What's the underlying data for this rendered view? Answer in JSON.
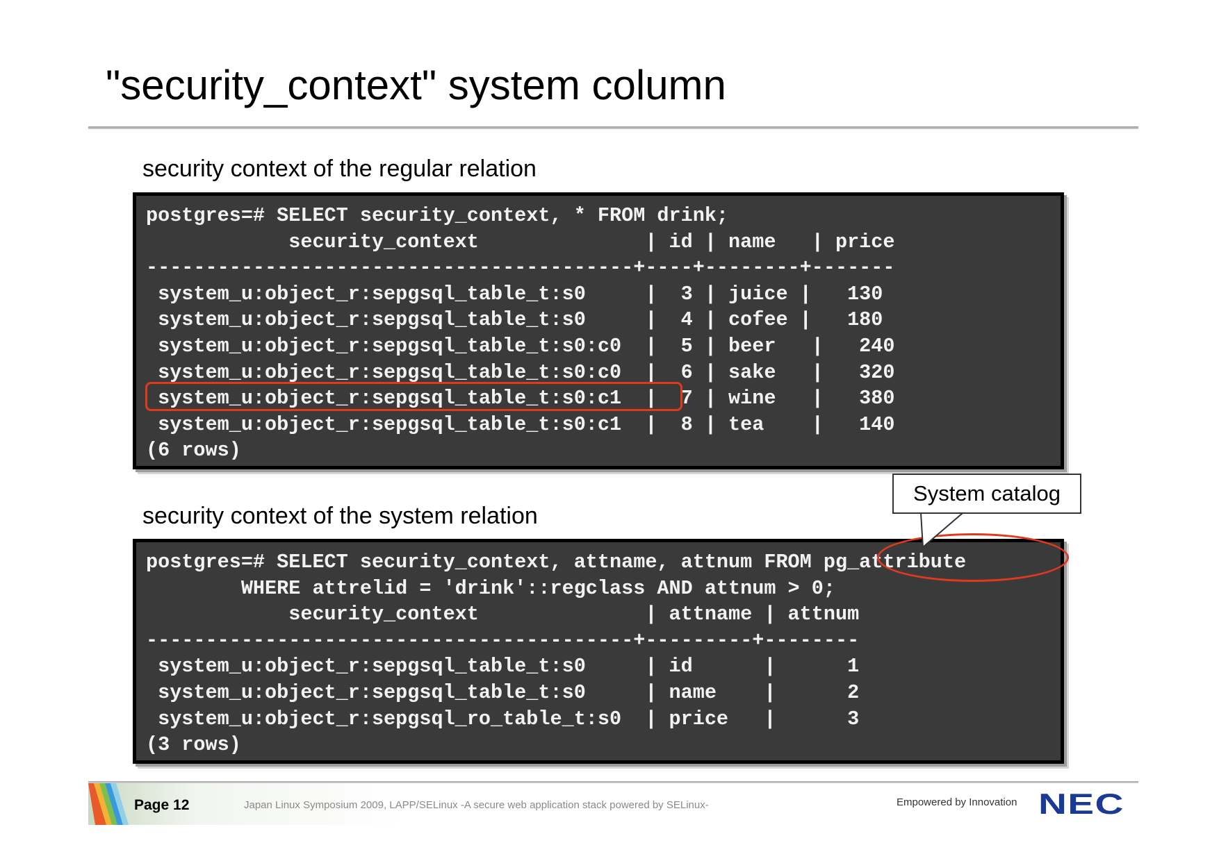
{
  "slide": {
    "title": "\"security_context\" system column"
  },
  "section1": {
    "label": "security context of the regular relation",
    "lines": [
      "postgres=# SELECT security_context, * FROM drink;",
      "            security_context              | id | name   | price",
      "-----------------------------------------+----+--------+-------",
      " system_u:object_r:sepgsql_table_t:s0     |  3 | juice |   130",
      " system_u:object_r:sepgsql_table_t:s0     |  4 | cofee |   180",
      " system_u:object_r:sepgsql_table_t:s0:c0  |  5 | beer   |   240",
      " system_u:object_r:sepgsql_table_t:s0:c0  |  6 | sake   |   320",
      " system_u:object_r:sepgsql_table_t:s0:c1  |  7 | wine   |   380",
      " system_u:object_r:sepgsql_table_t:s0:c1  |  8 | tea    |   140",
      "(6 rows)"
    ]
  },
  "section2": {
    "label": "security context of the system relation",
    "lines": [
      "postgres=# SELECT security_context, attname, attnum FROM pg_attribute",
      "        WHERE attrelid = 'drink'::regclass AND attnum > 0;",
      "            security_context              | attname | attnum",
      "-----------------------------------------+---------+--------",
      " system_u:object_r:sepgsql_table_t:s0     | id      |      1",
      " system_u:object_r:sepgsql_table_t:s0     | name    |      2",
      " system_u:object_r:sepgsql_ro_table_t:s0  | price   |      3",
      "(3 rows)"
    ]
  },
  "callout": {
    "text": "System catalog"
  },
  "footer": {
    "page": "Page 12",
    "text": "Japan Linux Symposium 2009, LAPP/SELinux -A secure web application stack powered by SELinux-",
    "tagline": "Empowered by Innovation",
    "logo": "NEC"
  },
  "colors": {
    "terminal_bg": "#3a3a3a",
    "highlight": "#e03a1e",
    "logo": "#1b3a94"
  }
}
